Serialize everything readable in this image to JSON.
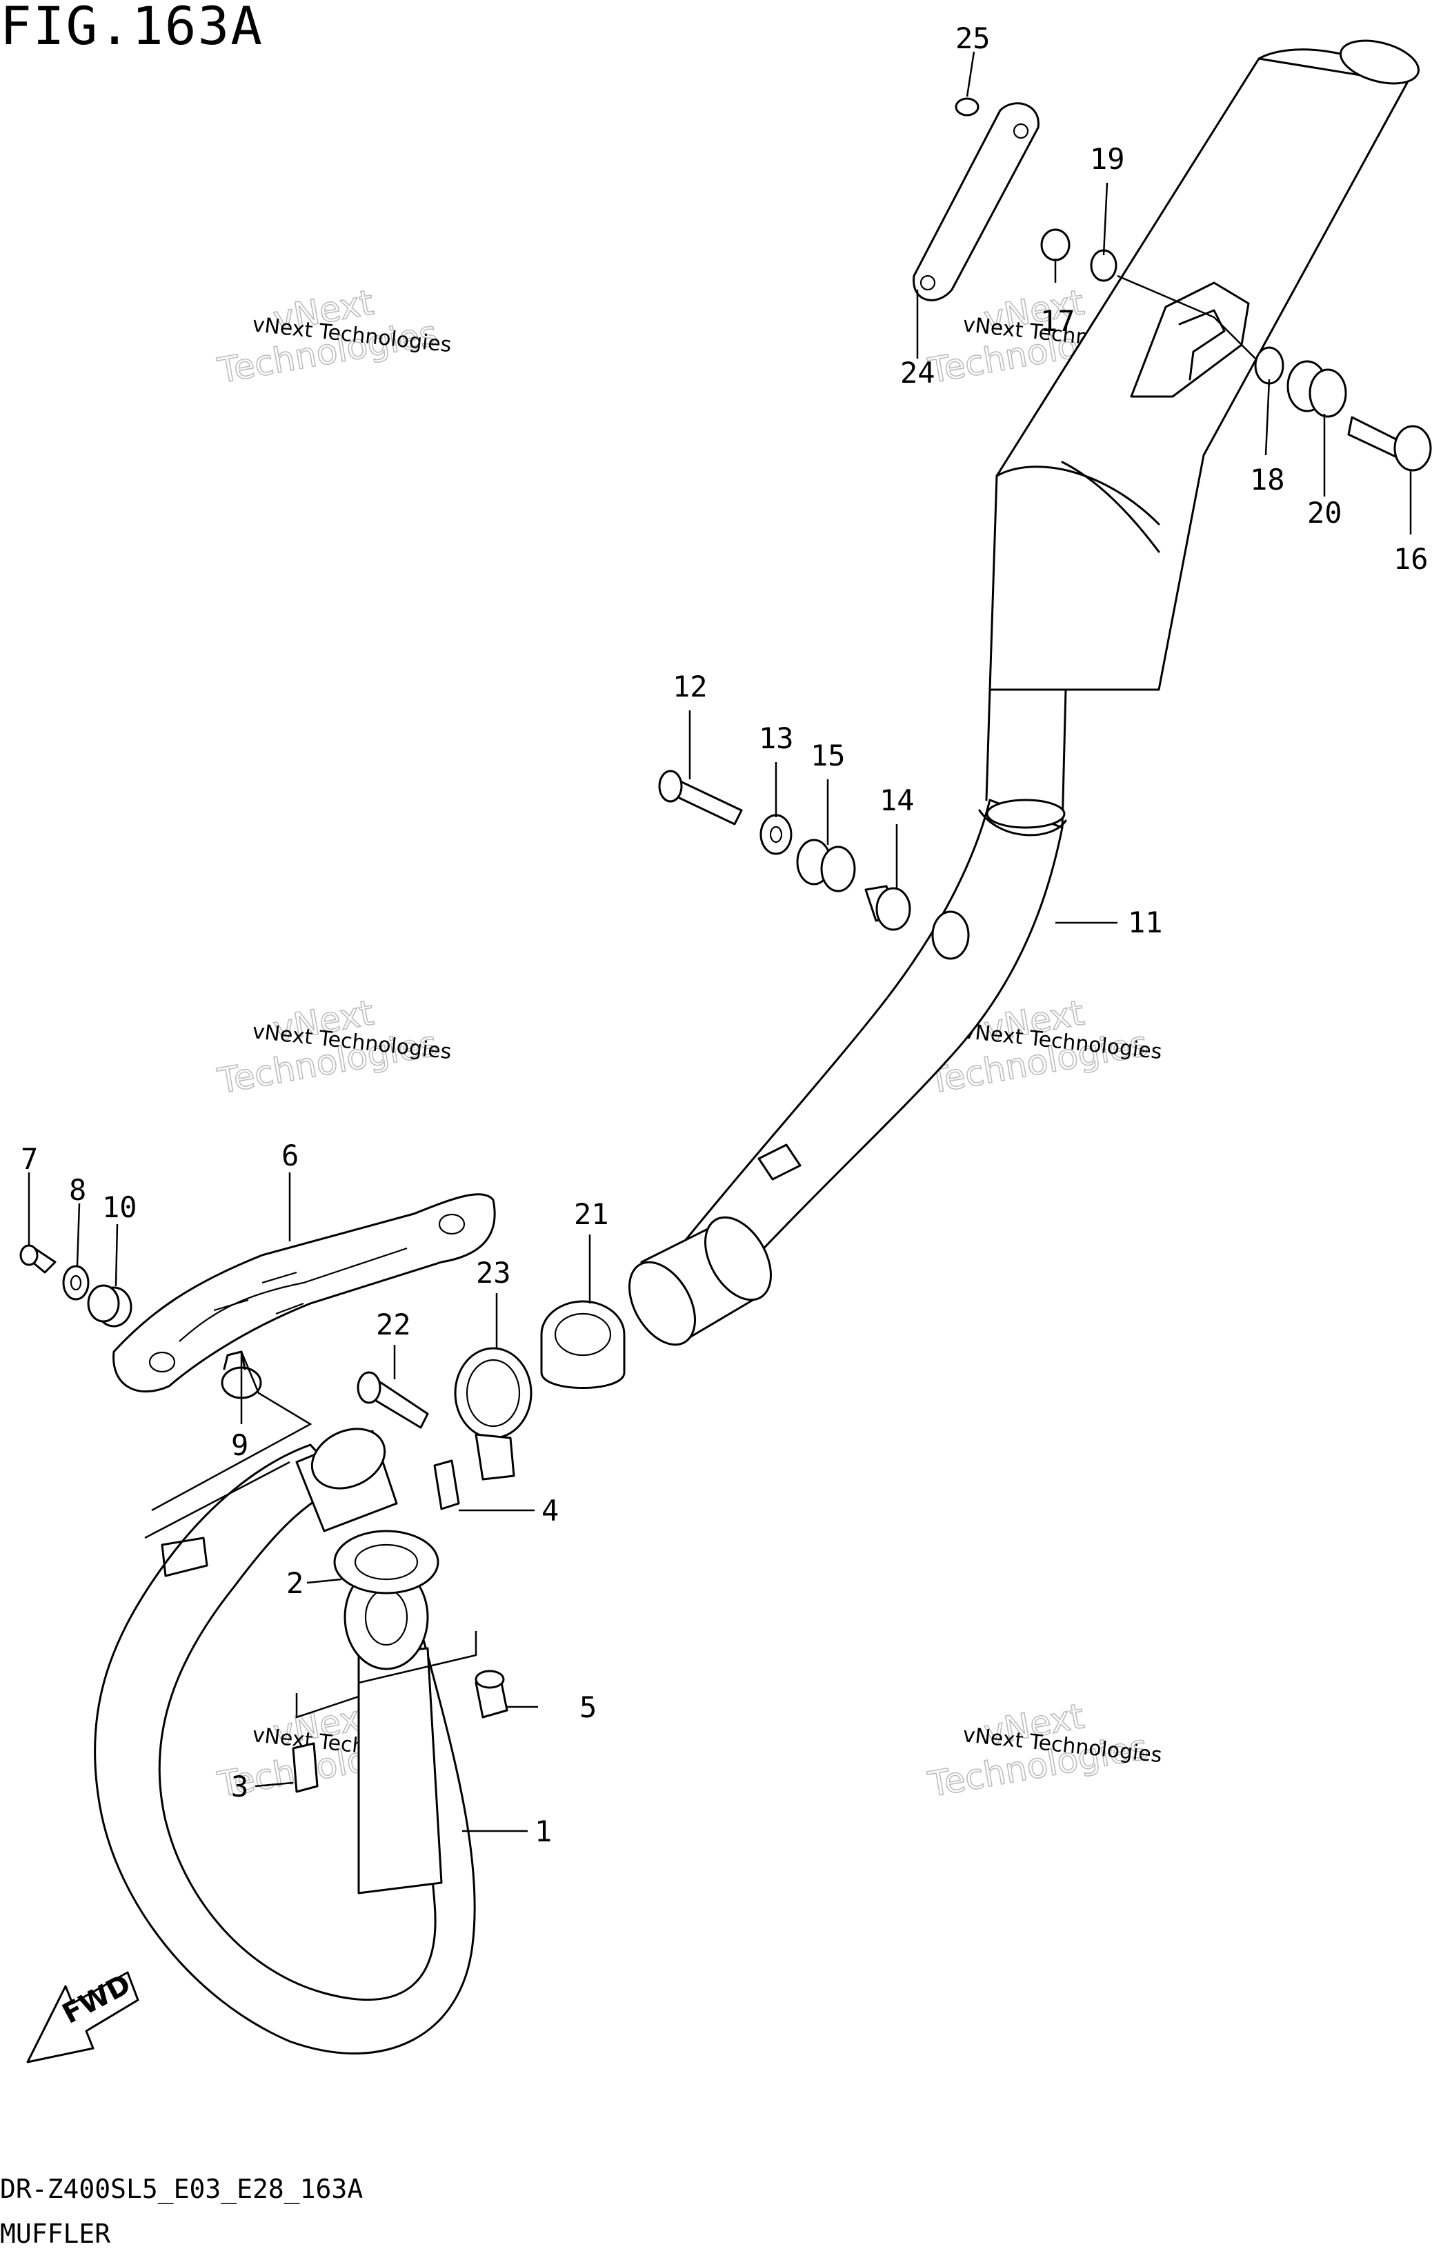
{
  "figure": {
    "title": "FIG.163A"
  },
  "footer": {
    "model_code": "DR-Z400SL5_E03_E28_163A",
    "section_name": "MUFFLER"
  },
  "direction_marker": {
    "label": "FWD",
    "icon": "forward-arrow-icon"
  },
  "watermark": {
    "line1": "vNext Technologies",
    "line2": "vNext",
    "line3": "Technologies"
  },
  "callouts": {
    "c1": "1",
    "c2": "2",
    "c3": "3",
    "c4": "4",
    "c5": "5",
    "c6": "6",
    "c7": "7",
    "c8": "8",
    "c9": "9",
    "c10": "10",
    "c11": "11",
    "c12": "12",
    "c13": "13",
    "c14": "14",
    "c15": "15",
    "c16": "16",
    "c17": "17",
    "c18": "18",
    "c19": "19",
    "c20": "20",
    "c21": "21",
    "c22": "22",
    "c23": "23",
    "c24": "24",
    "c25": "25"
  }
}
